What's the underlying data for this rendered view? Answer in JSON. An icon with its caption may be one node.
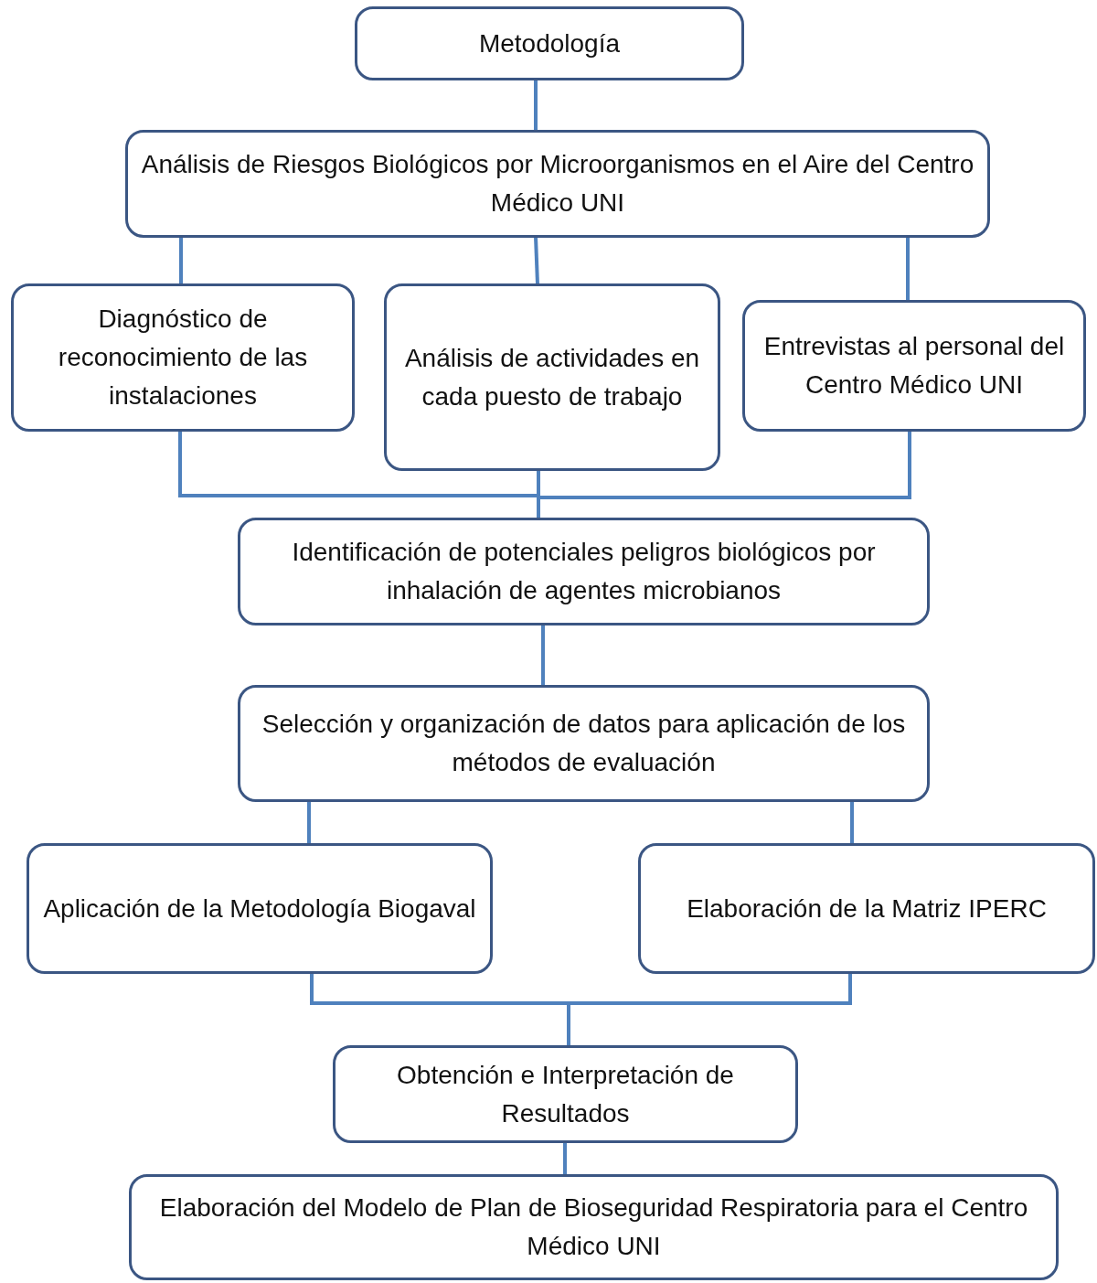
{
  "diagram": {
    "nodes": [
      {
        "text": [
          "Metodología"
        ]
      },
      {
        "text": [
          "Análisis de Riesgos Biológicos por Microorganismos en el Aire del Centro Médico UNI"
        ]
      },
      {
        "text": [
          "Diagnóstico de reconocimiento de las instalaciones"
        ]
      },
      {
        "text": [
          "Análisis de actividades en cada puesto de trabajo"
        ]
      },
      {
        "text": [
          "Entrevistas al personal del Centro Médico UNI"
        ]
      },
      {
        "text": [
          "Identificación de potenciales peligros biológicos por inhalación de agentes microbianos"
        ]
      },
      {
        "text": [
          "Selección y organización de datos para aplicación de los métodos de evaluación"
        ]
      },
      {
        "text": [
          "Aplicación de la Metodología Biogaval"
        ]
      },
      {
        "text": [
          "Elaboración de la Matriz IPERC"
        ]
      },
      {
        "text": [
          "Obtención e Interpretación de Resultados"
        ]
      },
      {
        "text": [
          "Elaboración del Modelo de Plan de Bioseguridad Respiratoria para el Centro Médico UNI"
        ]
      }
    ],
    "edges": [
      {
        "from": 0,
        "to": 1,
        "arrow": "none"
      },
      {
        "from": 1,
        "to": 2,
        "arrow": "none"
      },
      {
        "from": 1,
        "to": 3,
        "arrow": "none"
      },
      {
        "from": 1,
        "to": 4,
        "arrow": "none"
      },
      {
        "from": 2,
        "to": 5,
        "arrow": "none"
      },
      {
        "from": 3,
        "to": 5,
        "arrow": "none"
      },
      {
        "from": 4,
        "to": 5,
        "arrow": "none"
      },
      {
        "from": 5,
        "to": 6,
        "arrow": "none"
      },
      {
        "from": 6,
        "to": 7,
        "arrow": "none"
      },
      {
        "from": 6,
        "to": 8,
        "arrow": "none"
      },
      {
        "from": 7,
        "to": 9,
        "arrow": "none"
      },
      {
        "from": 8,
        "to": 9,
        "arrow": "none"
      },
      {
        "from": 9,
        "to": 10,
        "arrow": "none"
      }
    ]
  }
}
